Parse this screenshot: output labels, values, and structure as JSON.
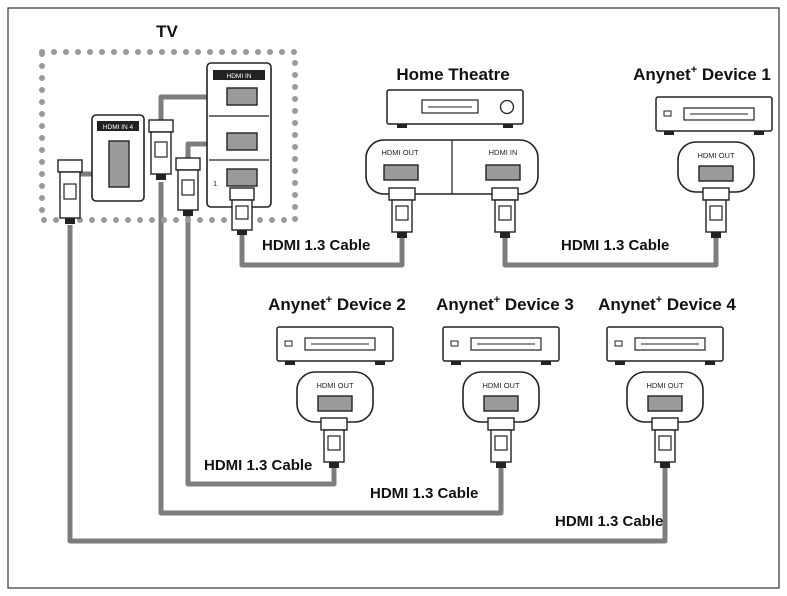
{
  "tv": {
    "label": "TV",
    "ports": [
      "HDMI IN",
      "HDMI IN 4",
      "1"
    ]
  },
  "home_theatre": {
    "label": "Home Theatre",
    "out_label": "HDMI OUT",
    "in_label": "HDMI IN"
  },
  "devices": [
    {
      "name": "Anynet",
      "plus": "+",
      "suffix": " Device 1",
      "port_label": "HDMI OUT"
    },
    {
      "name": "Anynet",
      "plus": "+",
      "suffix": " Device 2",
      "port_label": "HDMI OUT"
    },
    {
      "name": "Anynet",
      "plus": "+",
      "suffix": " Device 3",
      "port_label": "HDMI OUT"
    },
    {
      "name": "Anynet",
      "plus": "+",
      "suffix": " Device 4",
      "port_label": "HDMI OUT"
    }
  ],
  "cables": [
    "HDMI 1.3 Cable",
    "HDMI 1.3 Cable",
    "HDMI 1.3 Cable",
    "HDMI 1.3 Cable",
    "HDMI 1.3 Cable"
  ],
  "colors": {
    "cable": "#7d7d7d",
    "tv_border": "#9a9a9a",
    "port_fill": "#9a9a9a",
    "ink": "#111111"
  }
}
